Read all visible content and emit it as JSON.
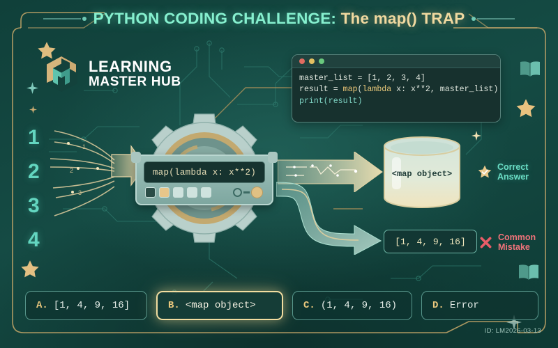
{
  "title": {
    "main": "PYTHON CODING CHALLENGE: ",
    "accent": "The map() TRAP"
  },
  "brand": {
    "line1": "LEARNING",
    "line2": "MASTER HUB",
    "logo_icon": "cube-m-logo"
  },
  "inputs": {
    "values": [
      "1",
      "2",
      "3",
      "4"
    ],
    "trace_labels": [
      "1",
      "2",
      "3"
    ]
  },
  "machine": {
    "screen_text": "map(lambda x: x**2)",
    "buttons": [
      "off",
      "active",
      "off",
      "off",
      "off"
    ],
    "button_colors": [
      "#2b4d47",
      "#e7c68a",
      "#cfe3de",
      "#cfe3de",
      "#cfe3de"
    ]
  },
  "code": {
    "line1": "master_list = [1, 2, 3, 4]",
    "line2_a": "result = ",
    "line2_b": "map",
    "line2_c": "(",
    "line2_d": "lambda",
    "line2_e": " x: x**2, master_list)",
    "line3": "print(result)",
    "dots": [
      "#e06c60",
      "#e3c061",
      "#69c97e"
    ]
  },
  "outputs": {
    "correct_value": "<map object>",
    "correct_label_line1": "Correct",
    "correct_label_line2": "Answer",
    "correct_icon": "star-check-icon",
    "mistake_value": "[1, 4, 9, 16]",
    "mistake_label_line1": "Common",
    "mistake_label_line2": "Mistake",
    "mistake_icon": "x-cross-icon"
  },
  "answers": [
    {
      "key": "A.",
      "value": "[1, 4, 9, 16]",
      "selected": false
    },
    {
      "key": "B.",
      "value": "<map object>",
      "selected": true
    },
    {
      "key": "C.",
      "value": "(1, 4, 9, 16)",
      "selected": false
    },
    {
      "key": "D.",
      "value": "Error",
      "selected": false
    }
  ],
  "footer": {
    "id": "ID: LM2026-03-13"
  },
  "colors": {
    "background": "#144640",
    "teal_accent": "#6fe0c4",
    "gold_accent": "#f0d9a0",
    "red_accent": "#f0737a",
    "frame": "#c9a96a"
  },
  "decor": {
    "icons": [
      "star-icon",
      "sparkle-icon",
      "book-icon",
      "star-icon",
      "book-icon",
      "star-icon",
      "sparkle-icon"
    ]
  }
}
